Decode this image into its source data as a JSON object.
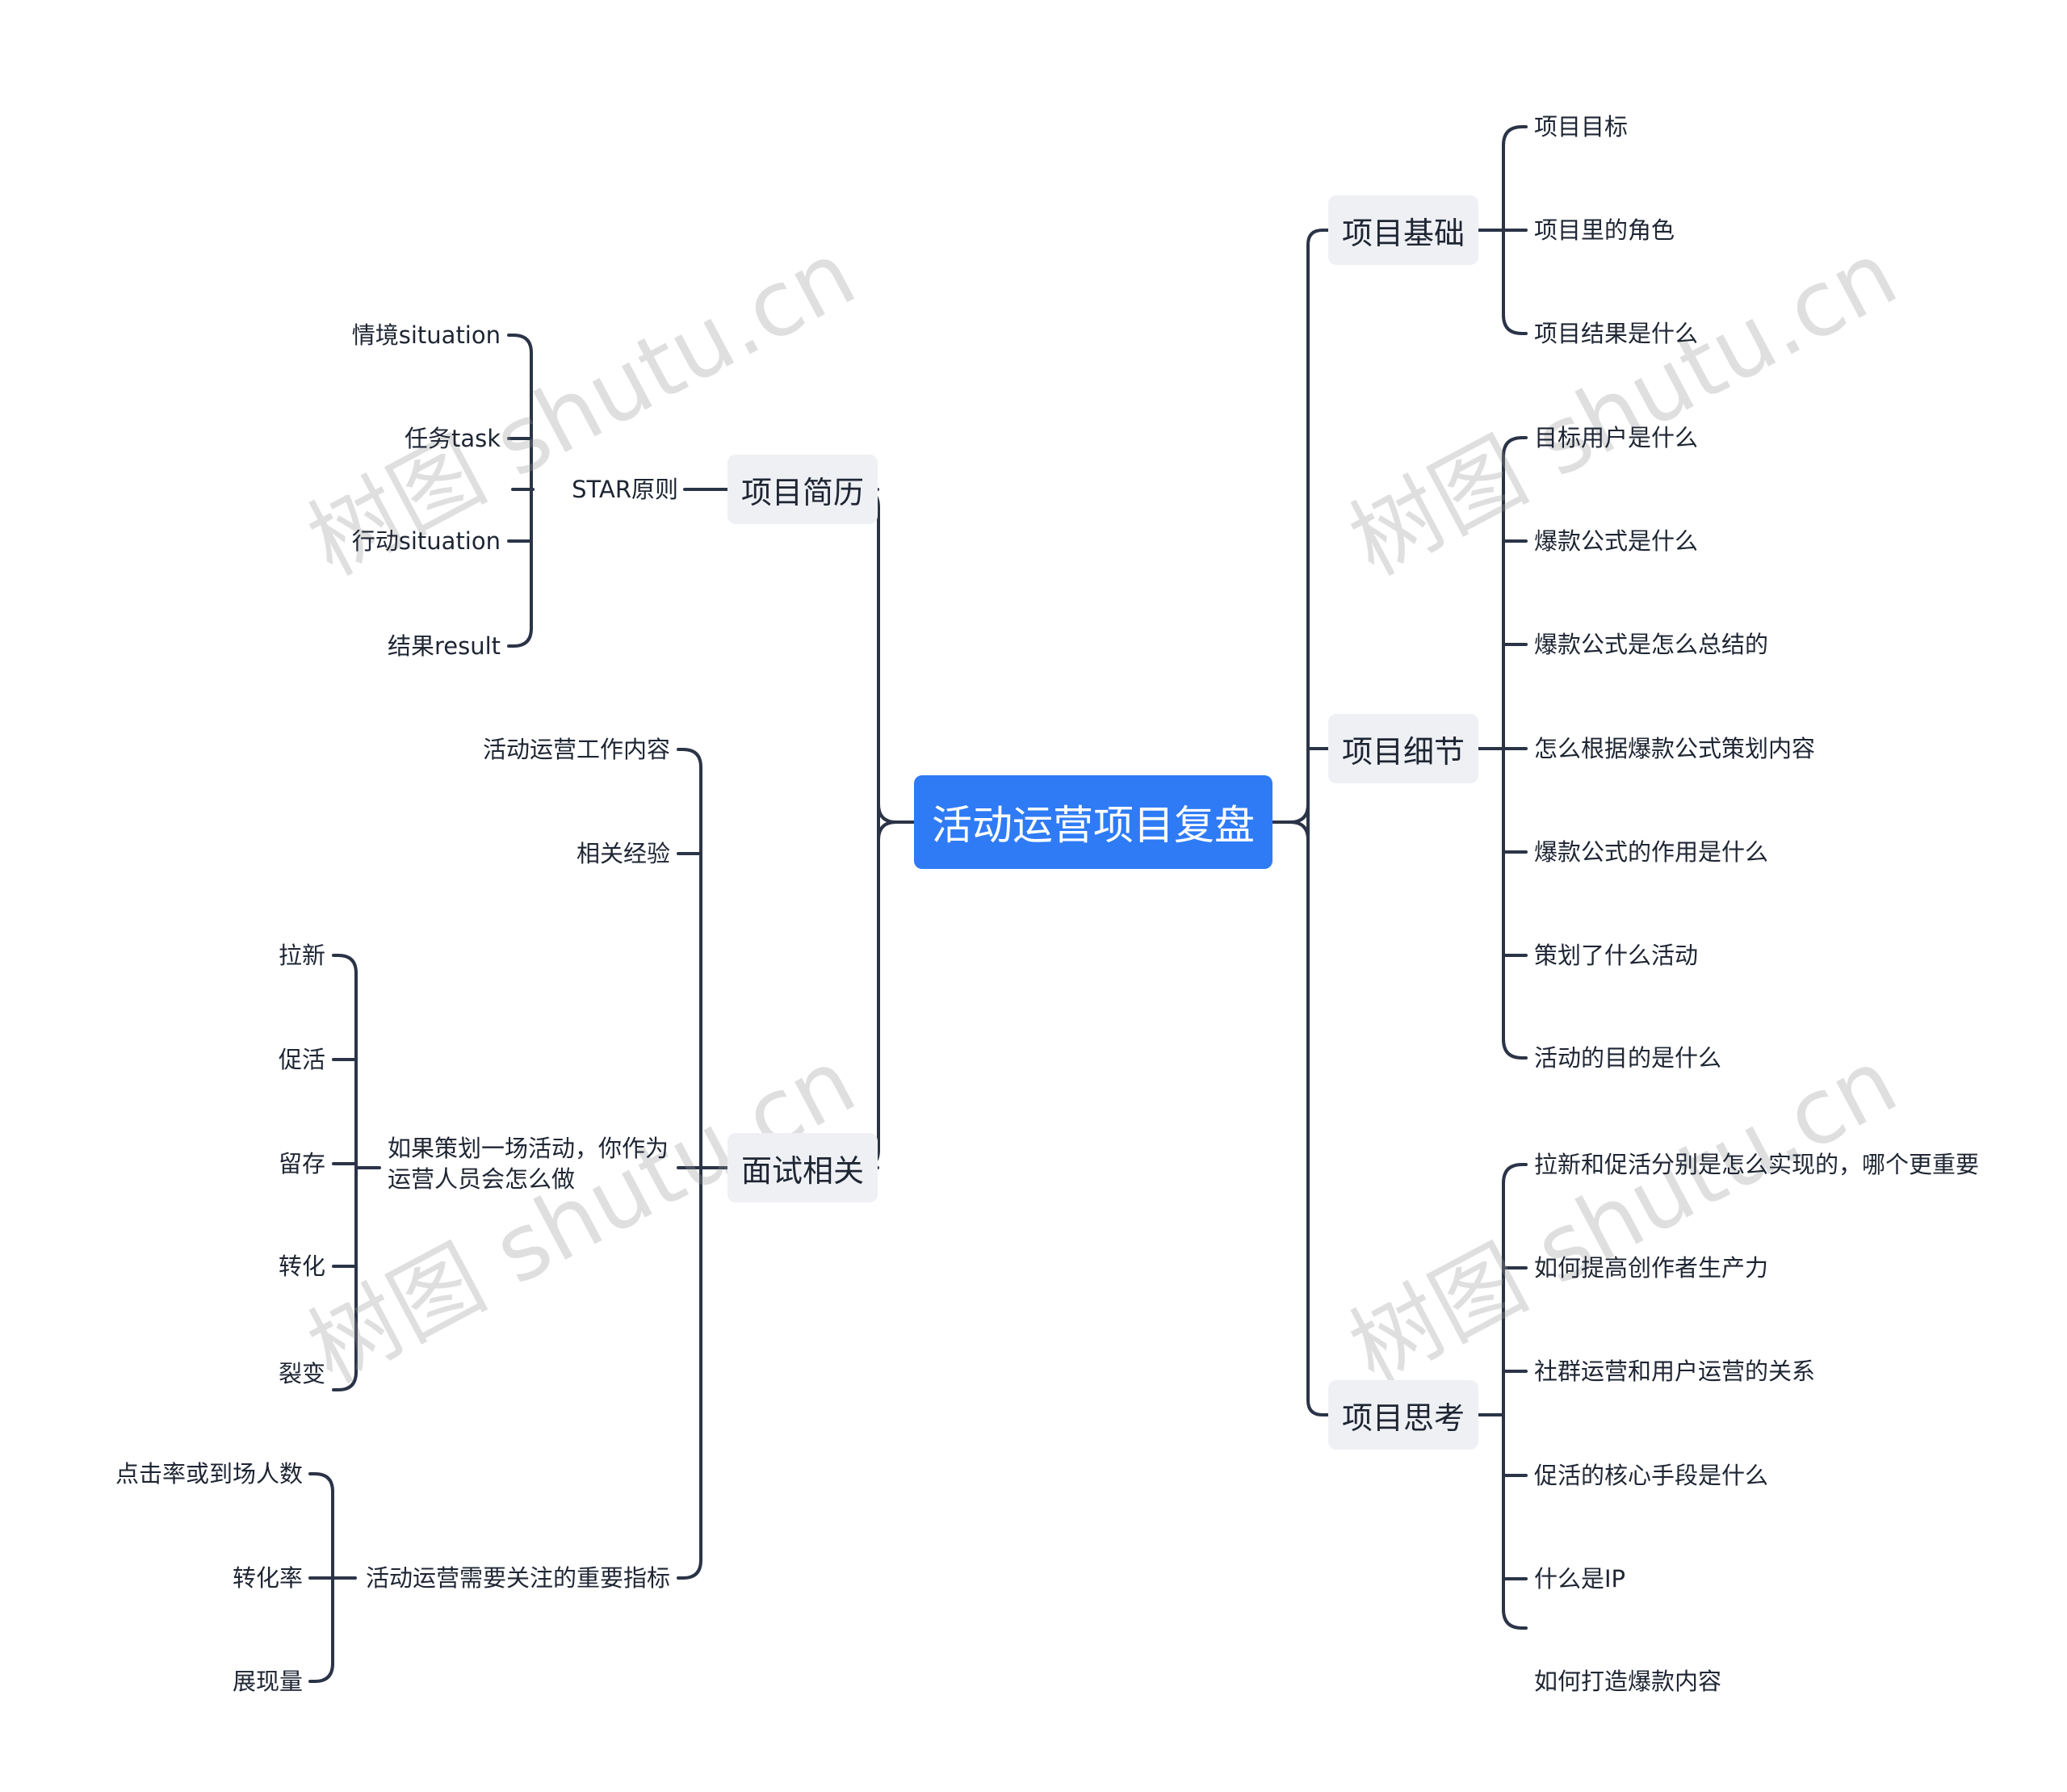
{
  "root": "活动运营项目复盘",
  "left": {
    "resume": {
      "label": "项目简历",
      "star": {
        "label": "STAR原则",
        "items": [
          "情境situation",
          "任务task",
          "行动situation",
          "结果result"
        ]
      }
    },
    "interview": {
      "label": "面试相关",
      "items": [
        "活动运营工作内容",
        "相关经验"
      ],
      "plan": {
        "label": "如果策划一场活动，你作为运营人员会怎么做",
        "items": [
          "拉新",
          "促活",
          "留存",
          "转化",
          "裂变"
        ]
      },
      "metrics": {
        "label": "活动运营需要关注的重要指标",
        "items": [
          "点击率或到场人数",
          "转化率",
          "展现量"
        ]
      }
    }
  },
  "right": {
    "basics": {
      "label": "项目基础",
      "items": [
        "项目目标",
        "项目里的角色",
        "项目结果是什么"
      ]
    },
    "details": {
      "label": "项目细节",
      "items": [
        "目标用户是什么",
        "爆款公式是什么",
        "爆款公式是怎么总结的",
        "怎么根据爆款公式策划内容",
        "爆款公式的作用是什么",
        "策划了什么活动",
        "活动的目的是什么"
      ]
    },
    "thinking": {
      "label": "项目思考",
      "items": [
        "拉新和促活分别是怎么实现的，哪个更重要",
        "如何提高创作者生产力",
        "社群运营和用户运营的关系",
        "促活的核心手段是什么",
        "什么是IP",
        "如何打造爆款内容"
      ]
    }
  },
  "watermark": "树图 shutu.cn"
}
